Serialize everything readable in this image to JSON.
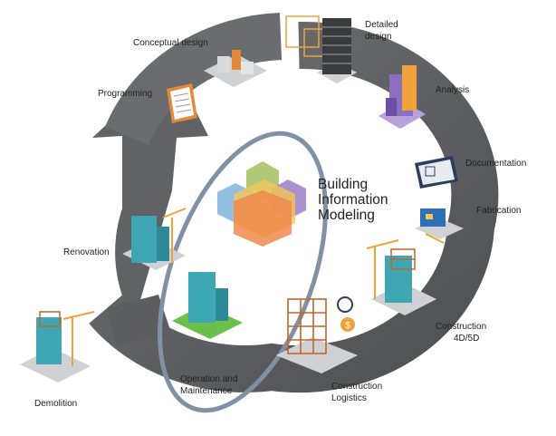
{
  "title": {
    "line1": "Building",
    "line2": "Information",
    "line3": "Modeling"
  },
  "stages": {
    "conceptual_design": "Conceptual design",
    "detailed_design_1": "Detailed",
    "detailed_design_2": "design",
    "programming": "Programming",
    "analysis": "Analysis",
    "documentation": "Documentation",
    "fabrication": "Fabrication",
    "renovation": "Renovation",
    "construction_4d5d_1": "Construction",
    "construction_4d5d_2": "4D/5D",
    "operation_1": "Operation and",
    "operation_2": "Maintenance",
    "construction_logistics_1": "Construction",
    "construction_logistics_2": "Logistics",
    "demolition": "Demolition"
  },
  "colors": {
    "ring": "#5b5d61",
    "ring_light": "#7a7c80",
    "highlight_ellipse": "#8091a5",
    "cube_green": "#a9c46a",
    "cube_purple": "#9b7fc6",
    "cube_orange": "#f08a4b",
    "cube_yellow": "#f2c75a",
    "building_teal": "#3fa7b3",
    "crane_orange": "#f0a23a"
  }
}
